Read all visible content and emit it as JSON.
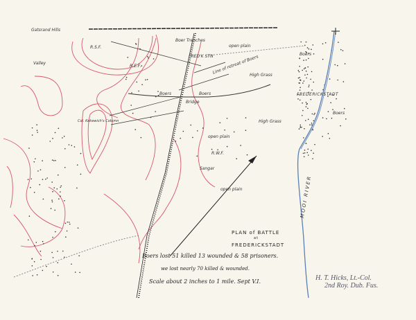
{
  "map": {
    "labels": {
      "hills": "Gatsrand Hills",
      "valley": "Valley",
      "boer_trenches": "Boer Trenches",
      "station": "FRED'K STN",
      "open_plain_1": "open plain",
      "rsf": "R.S.F.",
      "ref": "R.E.F.",
      "line_of_retreat": "Line of retreat of Boers",
      "high_grass_1": "High Grass",
      "boers_1": "Boers",
      "boers_2": "Boers",
      "bridge": "Bridge",
      "column": "Col. Kekewich's Column",
      "high_grass_2": "High Grass",
      "open_plain_2": "open plain",
      "rwf": "R.W.F.",
      "sangar": "Sangar",
      "open_plain_3": "open plain",
      "boers_3": "Boers",
      "town": "FREDERICKSTADT",
      "boers_4": "Boers",
      "river": "MOOI RIVER"
    },
    "title_line1": "PLAN of BATTLE",
    "title_line2": "at",
    "title_line3": "FREDERICKSTADT",
    "note_boer_losses": "Boers lost 51 killed 13 wounded & 58 prisoners.",
    "note_our_losses": "we lost nearly 70 killed & wounded.",
    "note_scale": "Scale about 2 inches to 1 mile. Sept V.I.",
    "signature_line1": "H. T. Hicks, Lt.-Col.",
    "signature_line2": "2nd Roy. Dub. Fus."
  }
}
